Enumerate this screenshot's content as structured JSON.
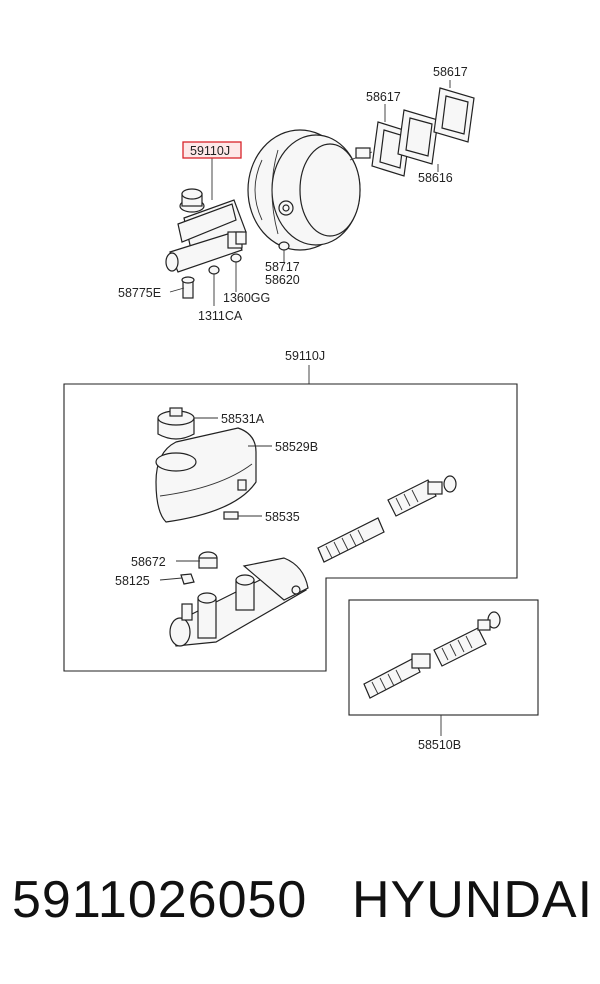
{
  "diagram": {
    "highlight_color": "#d8242a",
    "top_labels": {
      "assembly": "59110J",
      "gasket_a": "58617",
      "gasket_b": "58617",
      "plate": "58616",
      "bolt_a": "58717",
      "bolt_b": "58620",
      "fitting": "58775E",
      "washer": "1360GG",
      "nut": "1311CA"
    },
    "detail_labels": {
      "assembly": "59110J",
      "cap": "58531A",
      "reservoir": "58529B",
      "pin": "58535",
      "grommet": "58672",
      "screw": "58125",
      "kit": "58510B"
    }
  },
  "footer": {
    "part_number": "5911026050",
    "brand": "HYUNDAI"
  }
}
